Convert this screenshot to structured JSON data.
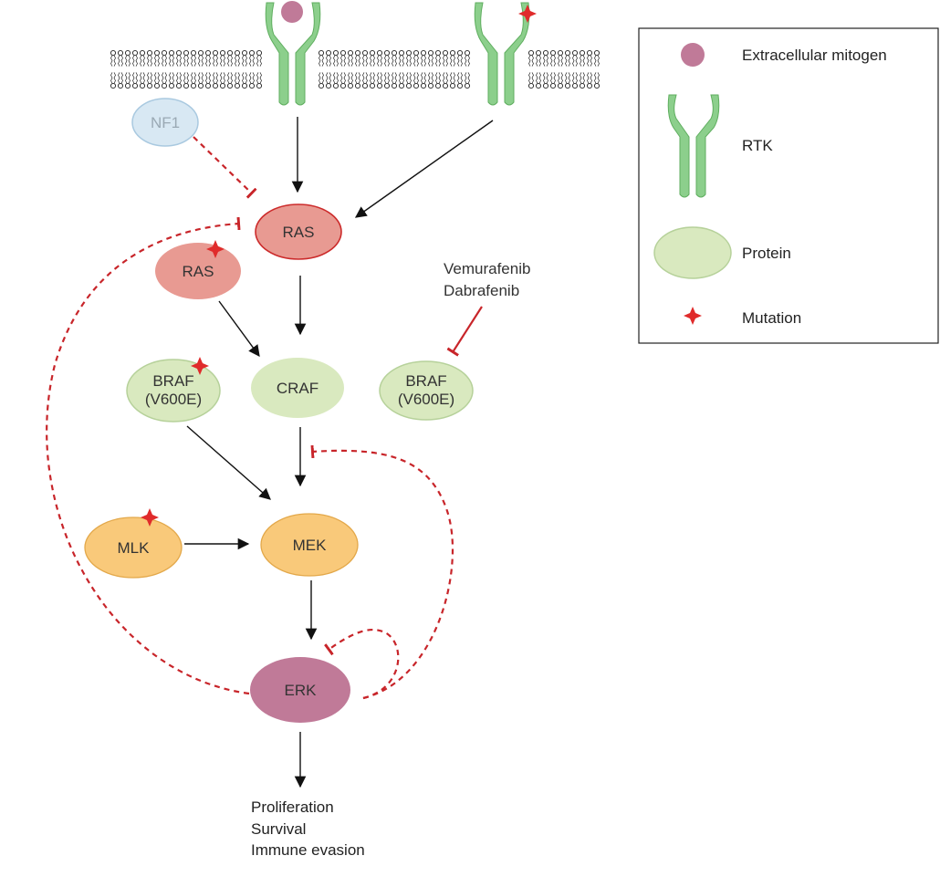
{
  "nodes": {
    "nf1": "NF1",
    "ras": "RAS",
    "ras_mut": "RAS",
    "braf_mut_line1": "BRAF",
    "braf_mut_line2": "(V600E)",
    "craf": "CRAF",
    "braf_inh_line1": "BRAF",
    "braf_inh_line2": "(V600E)",
    "mlk": "MLK",
    "mek": "MEK",
    "erk": "ERK"
  },
  "drugs": [
    "Vemurafenib",
    "Dabrafenib"
  ],
  "outcomes": [
    "Proliferation",
    "Survival",
    "Immune evasion"
  ],
  "legend": {
    "items": [
      {
        "icon": "mitogen-icon",
        "label": "Extracellular mitogen"
      },
      {
        "icon": "rtk-icon",
        "label": "RTK"
      },
      {
        "icon": "protein-icon",
        "label": "Protein"
      },
      {
        "icon": "mutation-star-icon",
        "label": "Mutation"
      }
    ]
  },
  "colors": {
    "receptor": "#8ccf8c",
    "mitogen": "#c07a98",
    "mutation": "#e02b2b",
    "inhibition": "#c8252a",
    "nf1": "#d8e8f3",
    "ras": "#e89a92",
    "protein": "#d9e9bf",
    "kinase": "#f9c97a",
    "erk": "#c07a98"
  }
}
